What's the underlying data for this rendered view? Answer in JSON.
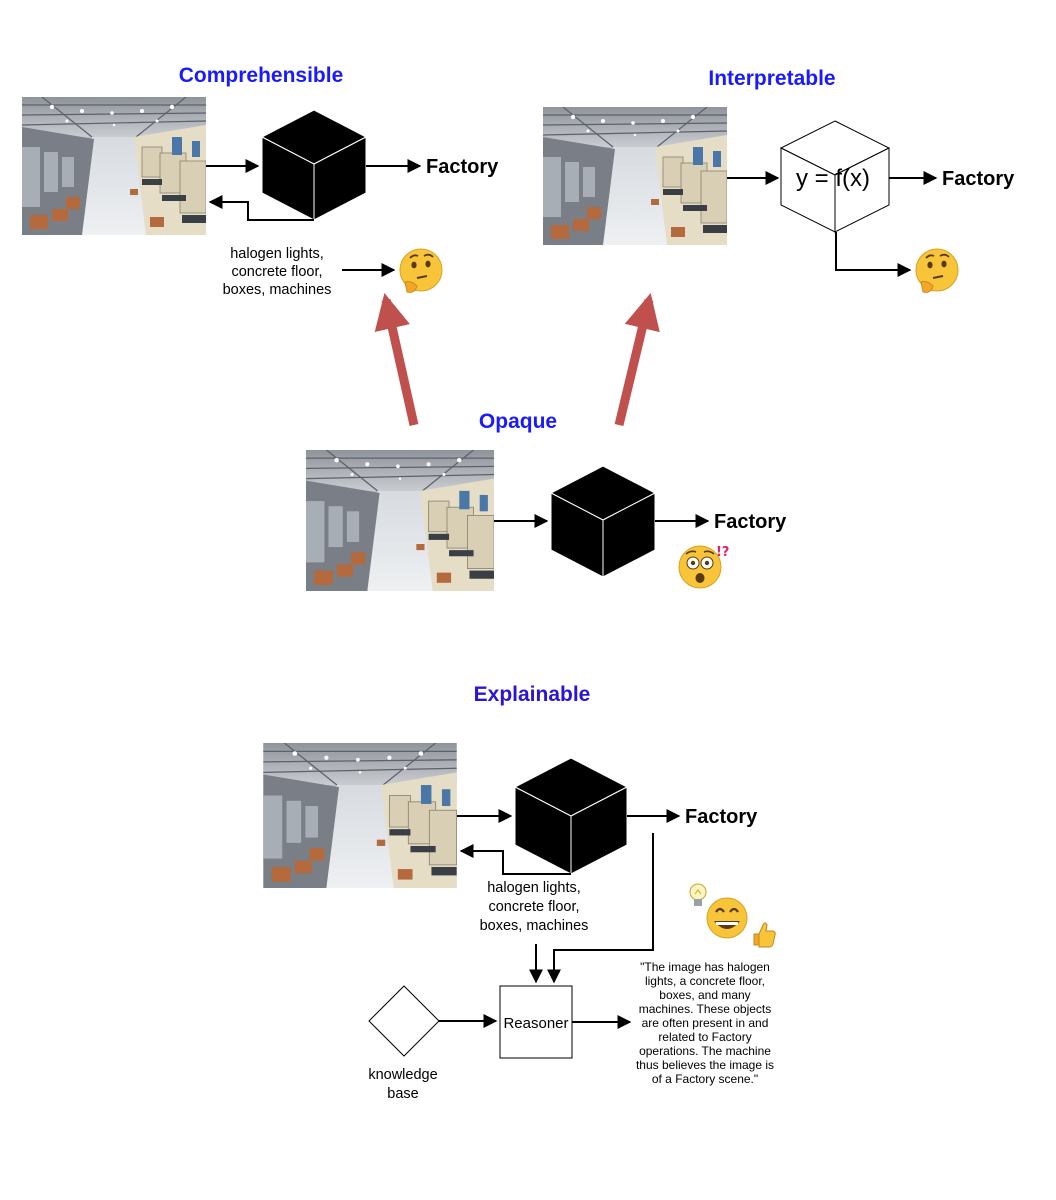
{
  "colors": {
    "title": "#1a1aff",
    "big_arrow": "#c0504d",
    "cube": "#000000"
  },
  "comprehensible": {
    "title": "Comprehensible",
    "output": "Factory",
    "features": [
      "halogen lights,",
      "concrete floor,",
      "boxes, machines"
    ],
    "emoji": "thinking-face"
  },
  "interpretable": {
    "title": "Interpretable",
    "formula": "y = f(x)",
    "output": "Factory",
    "emoji": "thinking-face"
  },
  "opaque": {
    "title": "Opaque",
    "output": "Factory",
    "emoji": "astonished-face"
  },
  "explainable": {
    "title": "Explainable",
    "output": "Factory",
    "features": [
      "halogen lights,",
      "concrete floor,",
      "boxes, machines"
    ],
    "reasoner": "Reasoner",
    "knowledge_base": [
      "knowledge",
      "base"
    ],
    "explanation": [
      "\"The image has halogen",
      "lights, a concrete floor,",
      "boxes, and many",
      "machines. These objects",
      "are often present in and",
      "related to Factory",
      "operations. The machine",
      "thus believes the image is",
      "of a Factory scene.\""
    ],
    "emojis": [
      "light-bulb",
      "grinning-face",
      "thumbs-up"
    ]
  }
}
